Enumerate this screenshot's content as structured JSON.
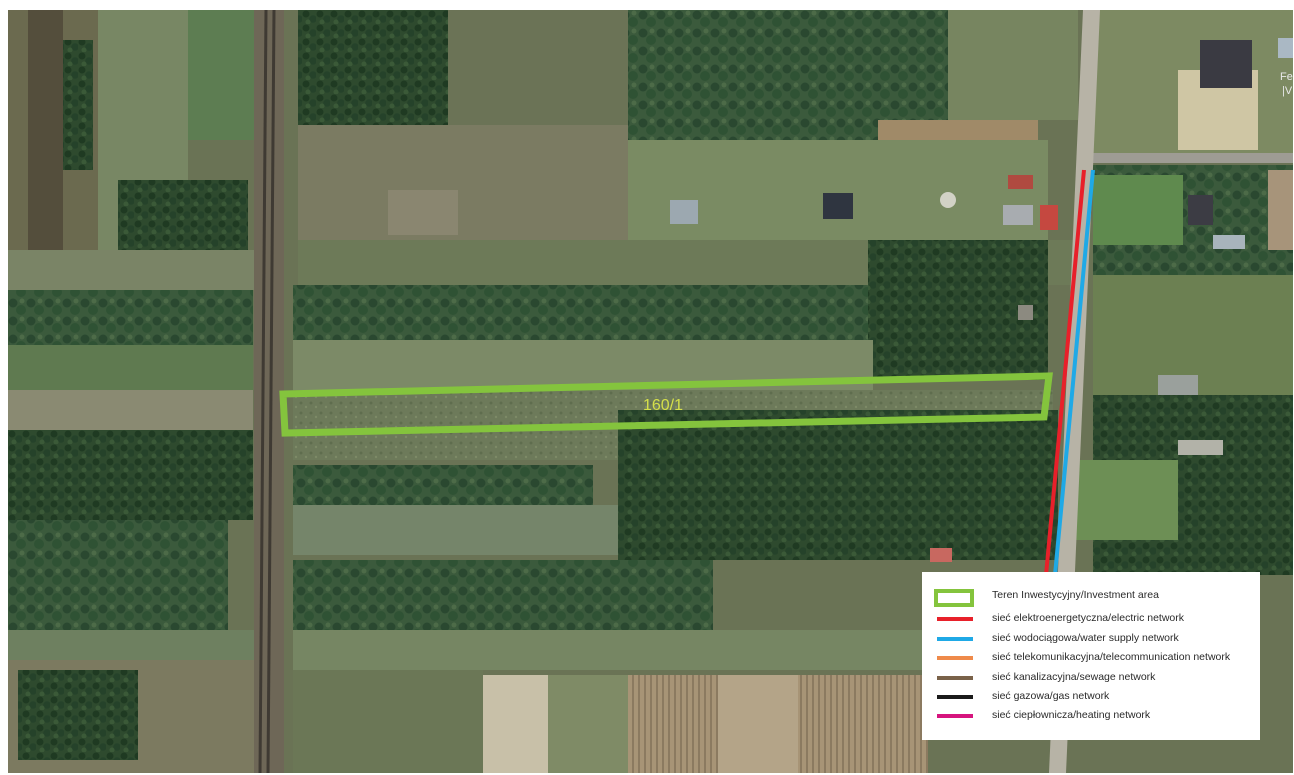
{
  "map": {
    "parcel_label": "160/1",
    "corner_text_1": "Fe",
    "corner_text_2": "|V"
  },
  "colors": {
    "investment_area": "#84c43d",
    "electric": "#e8202a",
    "water": "#1fa9e6",
    "telecom": "#ef8a4a",
    "sewage": "#7a6249",
    "gas": "#1a1a1a",
    "heating": "#d6147e",
    "parcel_text": "#d5e04a"
  },
  "legend": {
    "items": [
      {
        "label": "Teren Inwestycyjny/Investment area",
        "color": "#84c43d",
        "kind": "area"
      },
      {
        "label": "sieć elektroenergetyczna/electric network",
        "color": "#e8202a",
        "kind": "line"
      },
      {
        "label": "sieć wodociągowa/water supply network",
        "color": "#1fa9e6",
        "kind": "line"
      },
      {
        "label": "sieć telekomunikacyjna/telecommunication network",
        "color": "#ef8a4a",
        "kind": "line"
      },
      {
        "label": "sieć kanalizacyjna/sewage network",
        "color": "#7a6249",
        "kind": "line"
      },
      {
        "label": "sieć gazowa/gas network",
        "color": "#1a1a1a",
        "kind": "line"
      },
      {
        "label": "sieć ciepłownicza/heating network",
        "color": "#d6147e",
        "kind": "line"
      }
    ]
  }
}
